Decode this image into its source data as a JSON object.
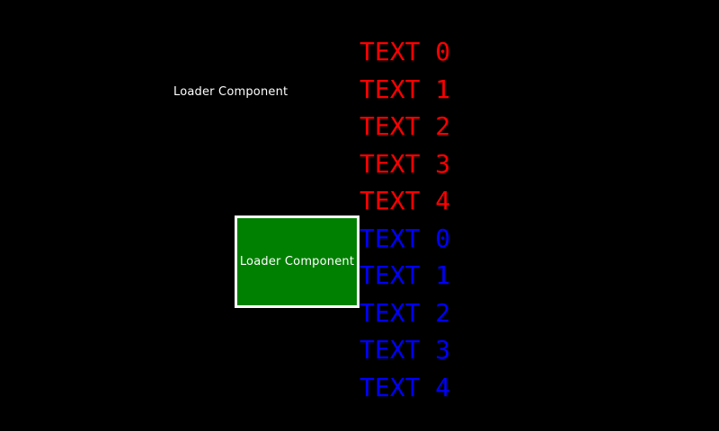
{
  "loader_label": "Loader Component",
  "loader_box": {
    "label": "Loader Component",
    "fill_color": "#008000",
    "border_color": "#ffffff"
  },
  "text_items": [
    {
      "label": "TEXT 0",
      "color": "#ff0000"
    },
    {
      "label": "TEXT 1",
      "color": "#ff0000"
    },
    {
      "label": "TEXT 2",
      "color": "#ff0000"
    },
    {
      "label": "TEXT 3",
      "color": "#ff0000"
    },
    {
      "label": "TEXT 4",
      "color": "#ff0000"
    },
    {
      "label": "TEXT 0",
      "color": "#0000ff"
    },
    {
      "label": "TEXT 1",
      "color": "#0000ff"
    },
    {
      "label": "TEXT 2",
      "color": "#0000ff"
    },
    {
      "label": "TEXT 3",
      "color": "#0000ff"
    },
    {
      "label": "TEXT 4",
      "color": "#0000ff"
    }
  ]
}
